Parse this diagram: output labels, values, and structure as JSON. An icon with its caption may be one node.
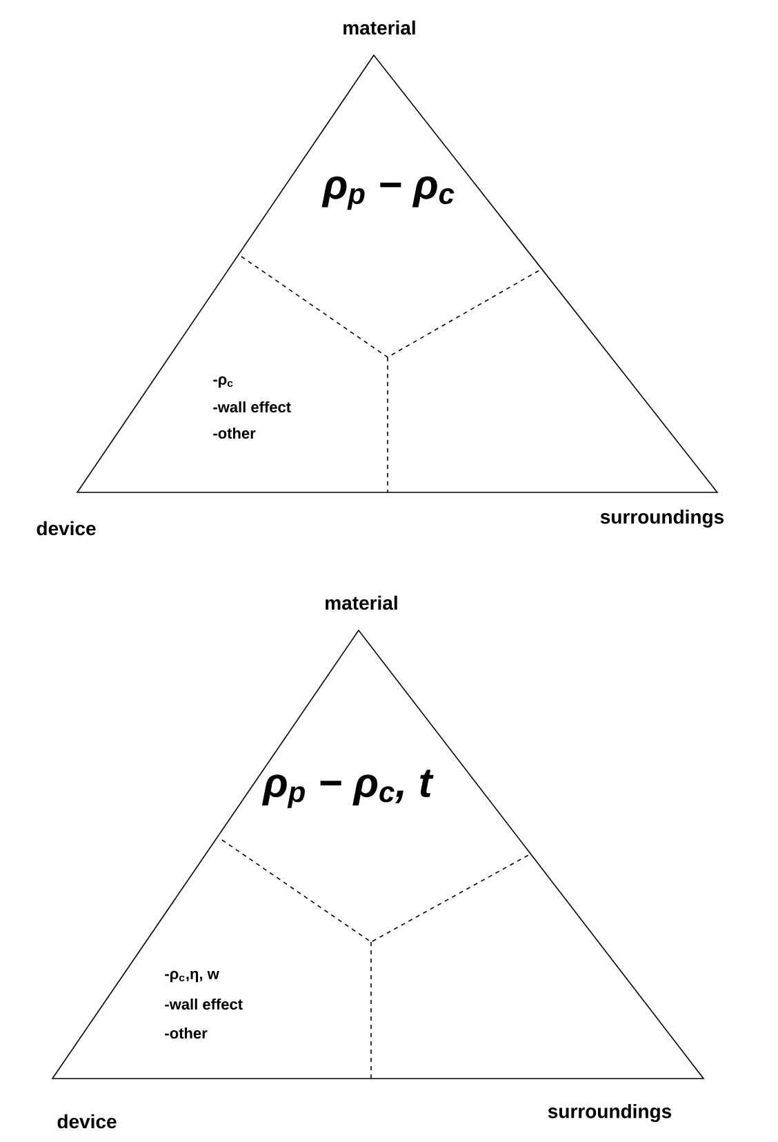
{
  "diagram": {
    "nodes": [
      {
        "text": [
          "ρ$_{p}$ − ρ$_{c}$",
          "-ρ$_{c}$",
          "-wall effect",
          "-other"
        ],
        "beside": [
          "material",
          "device",
          "surroundings"
        ]
      },
      {
        "text": [
          "ρ$_{p}$ − ρ$_{c}$, t",
          "-ρ$_{c}$,η, w",
          "-wall effect",
          "-other"
        ],
        "beside": [
          "material",
          "device",
          "surroundings"
        ]
      }
    ]
  }
}
